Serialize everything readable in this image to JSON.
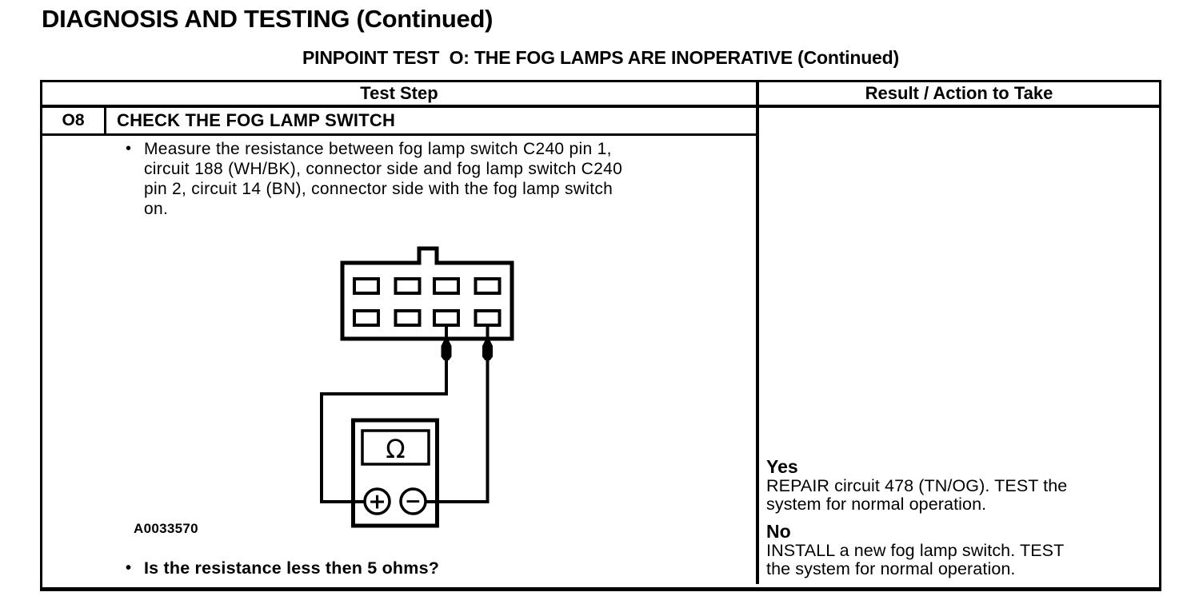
{
  "page": {
    "title": "DIAGNOSIS AND TESTING (Continued)",
    "subtitle": "PINPOINT TEST  O: THE FOG LAMPS ARE INOPERATIVE (Continued)"
  },
  "glyphs": {
    "bullet": "•"
  },
  "table": {
    "headers": {
      "test_step": "Test Step",
      "result_action": "Result / Action to Take"
    },
    "step": {
      "id": "O8",
      "title": "CHECK THE FOG LAMP SWITCH",
      "instruction_lines": [
        "Measure the resistance between fog lamp switch C240 pin 1,",
        "circuit 188 (WH/BK), connector side and fog lamp switch C240",
        "pin 2, circuit 14 (BN), connector side with the fog lamp switch",
        "on."
      ],
      "figure_id": "A0033570",
      "question": "Is the resistance less then 5 ohms?"
    },
    "results": [
      {
        "answer": "Yes",
        "action_lines": [
          "REPAIR circuit 478 (TN/OG). TEST the",
          "system for normal operation."
        ]
      },
      {
        "answer": "No",
        "action_lines": [
          "INSTALL a new fog lamp switch. TEST",
          "the system for normal operation."
        ]
      }
    ]
  },
  "diagram": {
    "meter_display": "Ω",
    "positive_terminal": "+",
    "negative_terminal": "−"
  },
  "colors": {
    "ink": "#000000",
    "paper": "#ffffff"
  }
}
